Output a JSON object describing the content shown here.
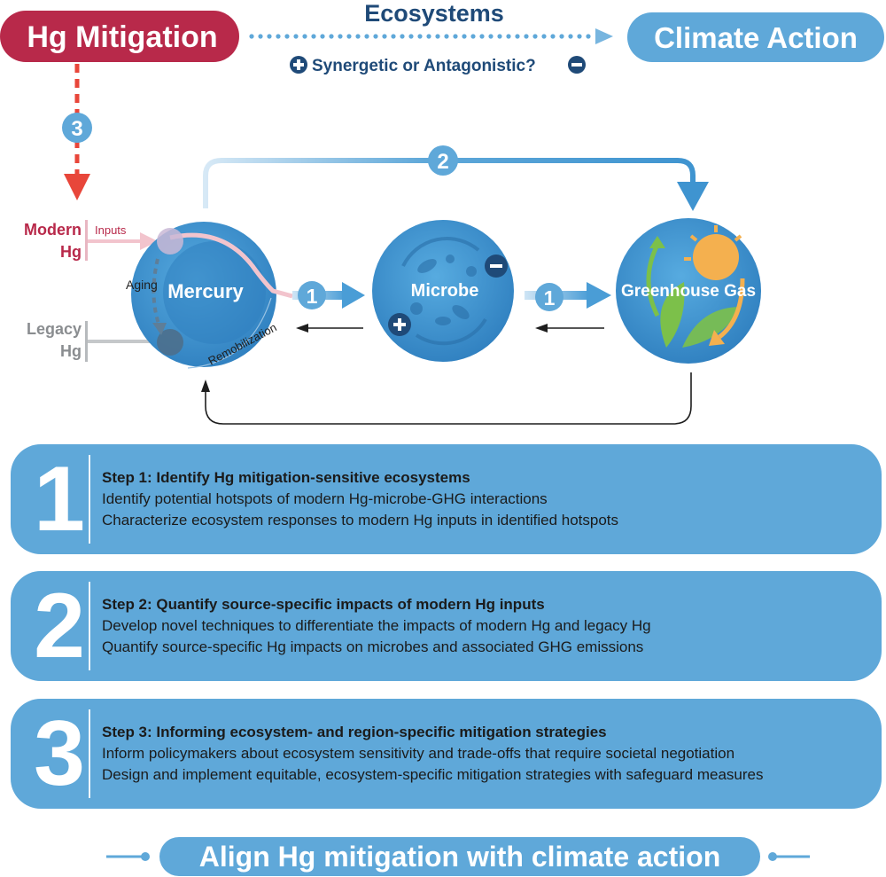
{
  "top": {
    "left_pill": "Hg Mitigation",
    "right_pill": "Climate Action",
    "center_title": "Ecosystems",
    "question": "Synergetic or Antagonistic?"
  },
  "diagram": {
    "nodes": {
      "mercury": "Mercury",
      "microbe": "Microbe",
      "ghg": "Greenhouse Gas"
    },
    "arrow_numbers": {
      "one_a": "1",
      "one_b": "1",
      "two": "2",
      "three": "3"
    },
    "labels": {
      "modern": "Modern",
      "modern_hg": "Hg",
      "legacy": "Legacy",
      "legacy_hg": "Hg",
      "inputs": "Inputs",
      "aging": "Aging",
      "remobilization": "Remobilization"
    }
  },
  "steps": [
    {
      "number": "1",
      "title": "Step 1: Identify Hg mitigation-sensitive ecosystems",
      "lines": [
        "Identify potential hotspots of modern Hg-microbe-GHG interactions",
        "Characterize ecosystem responses to modern Hg inputs in identified hotspots"
      ]
    },
    {
      "number": "2",
      "title": "Step 2: Quantify source-specific impacts of modern Hg inputs",
      "lines": [
        "Develop novel techniques to differentiate the impacts of modern Hg and legacy Hg",
        "Quantify source-specific Hg impacts on microbes and associated GHG emissions"
      ]
    },
    {
      "number": "3",
      "title": "Step 3:  Informing ecosystem- and region-specific mitigation strategies",
      "lines": [
        "Inform policymakers about ecosystem sensitivity and trade-offs that require societal negotiation",
        "Design and implement equitable, ecosystem-specific mitigation strategies with safeguard measures"
      ]
    }
  ],
  "bottom_banner": "Align Hg mitigation with climate action",
  "colors": {
    "mitigation_red": "#b8294a",
    "climate_blue": "#5fa8d9",
    "navy": "#1f4a78",
    "circle_blue": "#3f94d0",
    "arrow_red": "#e8463a",
    "legacy_gray": "#8a8d90"
  }
}
